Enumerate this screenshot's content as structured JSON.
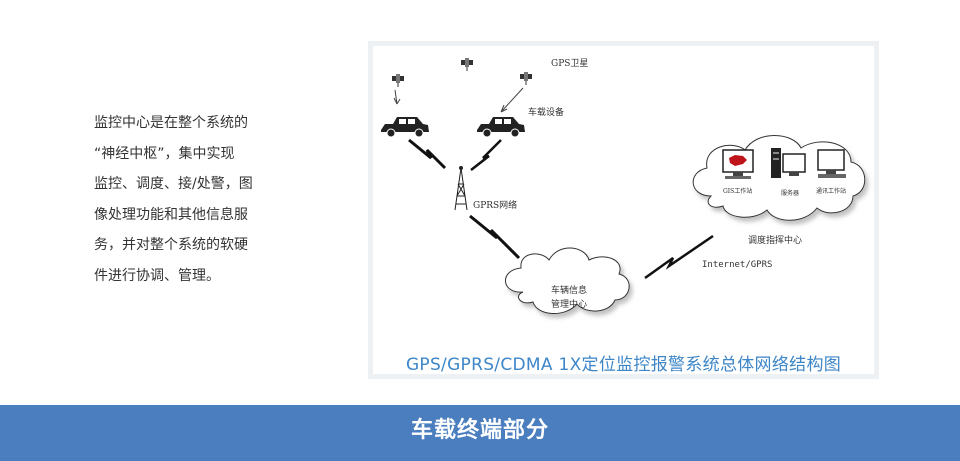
{
  "intro": {
    "lines": [
      "监控中心是在整个系统的",
      "“神经中枢”，集中实现",
      "监控、调度、接/处警，图",
      "像处理功能和其他信息服",
      "务，并对整个系统的软硬",
      "件进行协调、管理。"
    ]
  },
  "diagram": {
    "labels": {
      "gps_satellite": "GPS卫星",
      "vehicle_device": "车载设备",
      "gprs_network": "GPRS网络",
      "vehicle_info_center": [
        "车辆信息",
        "管理中心"
      ],
      "internet_gprs": "Internet/GPRS",
      "dispatch_center": "调度指挥中心",
      "gis_workstation": "GIS工作站",
      "server": "服务器",
      "comm_workstation": "通讯工作站"
    },
    "caption": "GPS/GPRS/CDMA  1X定位监控报警系统总体网络结构图"
  },
  "footer": {
    "title": "车载终端部分"
  }
}
